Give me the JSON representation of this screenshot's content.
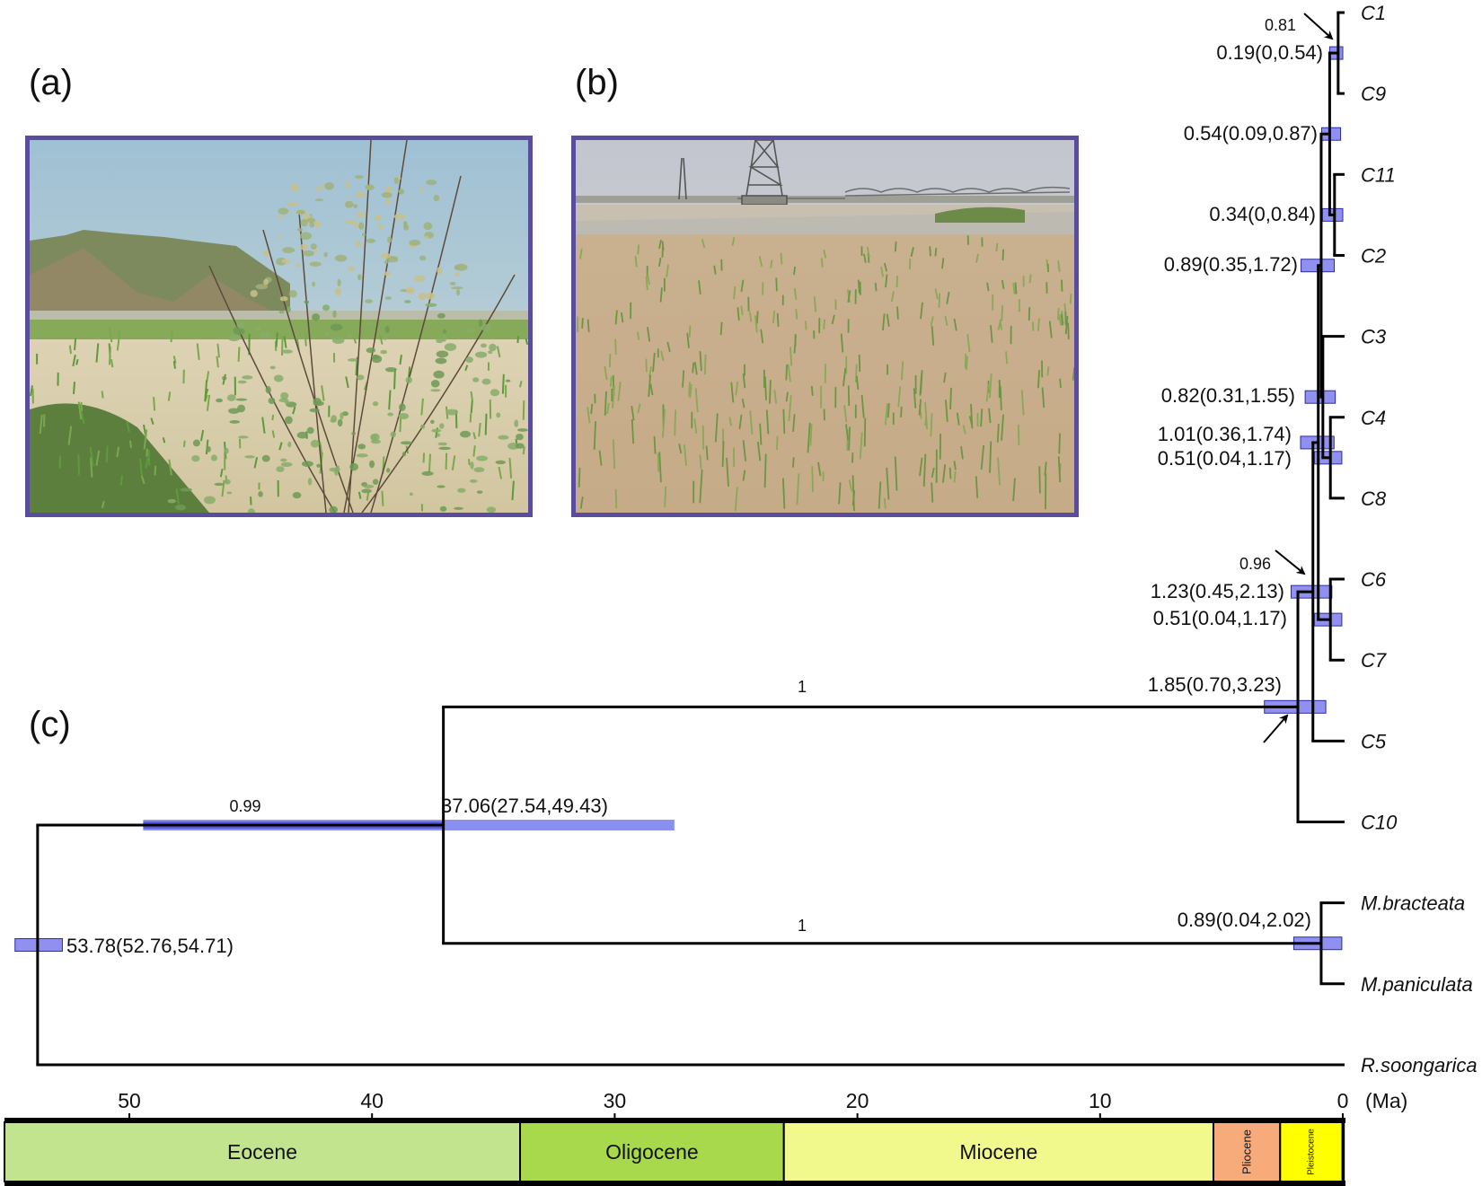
{
  "panels": {
    "a": "(a)",
    "b": "(b)",
    "c": "(c)"
  },
  "colors": {
    "photo_border": "#5a4d9e",
    "hpd_fill": "#7474ee",
    "hpd_stroke": "#2c2ca0",
    "branch": "#000000"
  },
  "tree": {
    "tips": [
      "C1",
      "C9",
      "C11",
      "C2",
      "C3",
      "C4",
      "C8",
      "C6",
      "C7",
      "C5",
      "C10",
      "M.bracteata",
      "M.paniculata",
      "R.soongarica"
    ],
    "nodes": [
      {
        "id": "n_c1c9",
        "age": 0.19,
        "hpd": [
          0,
          0.54
        ],
        "label": "0.19(0,0.54)",
        "children": [
          "C1",
          "C9"
        ],
        "support": "0.81"
      },
      {
        "id": "n_c11c2",
        "age": 0.34,
        "hpd": [
          0,
          0.84
        ],
        "label": "0.34(0,0.84)",
        "children": [
          "C11",
          "C2"
        ]
      },
      {
        "id": "n_a",
        "age": 0.54,
        "hpd": [
          0.09,
          0.87
        ],
        "label": "0.54(0.09,0.87)",
        "children": [
          "n_c1c9",
          "n_c11c2"
        ]
      },
      {
        "id": "n_c4c8",
        "age": 0.51,
        "hpd": [
          0.04,
          1.17
        ],
        "label": "0.51(0.04,1.17)",
        "children": [
          "C4",
          "C8"
        ]
      },
      {
        "id": "n_b",
        "age": 0.82,
        "hpd": [
          0.31,
          1.55
        ],
        "label": "0.82(0.31,1.55)",
        "children": [
          "C3",
          "n_c4c8"
        ]
      },
      {
        "id": "n_c",
        "age": 0.89,
        "hpd": [
          0.35,
          1.72
        ],
        "label": "0.89(0.35,1.72)",
        "children": [
          "n_a",
          "n_b"
        ]
      },
      {
        "id": "n_c6c7",
        "age": 0.51,
        "hpd": [
          0.04,
          1.17
        ],
        "label": "0.51(0.04,1.17)",
        "children": [
          "C6",
          "C7"
        ]
      },
      {
        "id": "n_d",
        "age": 1.01,
        "hpd": [
          0.36,
          1.74
        ],
        "label": "1.01(0.36,1.74)",
        "children": [
          "n_c",
          "n_c6c7"
        ]
      },
      {
        "id": "n_e",
        "age": 1.23,
        "hpd": [
          0.45,
          2.13
        ],
        "label": "1.23(0.45,2.13)",
        "children": [
          "n_d",
          "C5"
        ],
        "support": "0.96"
      },
      {
        "id": "n_f",
        "age": 1.85,
        "hpd": [
          0.7,
          3.23
        ],
        "label": "1.85(0.70,3.23)",
        "children": [
          "n_e",
          "C10"
        ],
        "support": "1"
      },
      {
        "id": "n_m",
        "age": 0.89,
        "hpd": [
          0.04,
          2.02
        ],
        "label": "0.89(0.04,2.02)",
        "children": [
          "M.bracteata",
          "M.paniculata"
        ],
        "support": "1"
      },
      {
        "id": "n_g",
        "age": 37.06,
        "hpd": [
          27.54,
          49.43
        ],
        "label": "37.06(27.54,49.43)",
        "children": [
          "n_f",
          "n_m"
        ],
        "support": "0.99"
      },
      {
        "id": "n_root",
        "age": 53.78,
        "hpd": [
          52.76,
          54.71
        ],
        "label": "53.78(52.76,54.71)",
        "children": [
          "n_g",
          "R.soongarica"
        ]
      }
    ]
  },
  "axis": {
    "ticks": [
      50,
      40,
      30,
      20,
      10,
      0
    ],
    "unit": "(Ma)"
  },
  "epochs": [
    {
      "name": "Eocene",
      "start": 56.0,
      "end": 33.9,
      "color": "#c3e48e"
    },
    {
      "name": "Oligocene",
      "start": 33.9,
      "end": 23.03,
      "color": "#a8d84c"
    },
    {
      "name": "Miocene",
      "start": 23.03,
      "end": 5.33,
      "color": "#f2f98c"
    },
    {
      "name": "Pliocene",
      "start": 5.33,
      "end": 2.58,
      "color": "#f7aa7a"
    },
    {
      "name": "Pleistocene",
      "start": 2.58,
      "end": 0.0117,
      "color": "#ffff00"
    },
    {
      "name": "",
      "start": 0.0117,
      "end": 0,
      "color": "#ffffff"
    }
  ]
}
